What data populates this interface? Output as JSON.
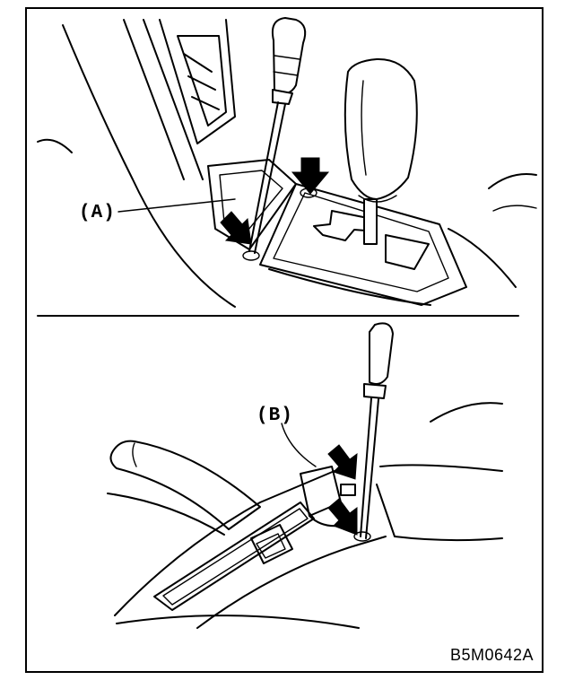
{
  "figure": {
    "label_a": "(A)",
    "label_b": "(B)",
    "code": "B5M0642A"
  },
  "colors": {
    "ink": "#000000",
    "paper": "#ffffff"
  }
}
